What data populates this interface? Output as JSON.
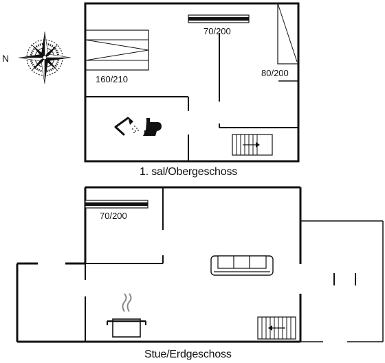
{
  "compass": {
    "north_label": "N"
  },
  "upper_floor": {
    "caption": "1. sal/Obergeschoss",
    "bed_double_label": "160/210",
    "bed_single_top_label": "70/200",
    "bed_single_right_label": "80/200"
  },
  "ground_floor": {
    "caption": "Stue/Erdgeschoss",
    "bed_single_label": "70/200"
  }
}
